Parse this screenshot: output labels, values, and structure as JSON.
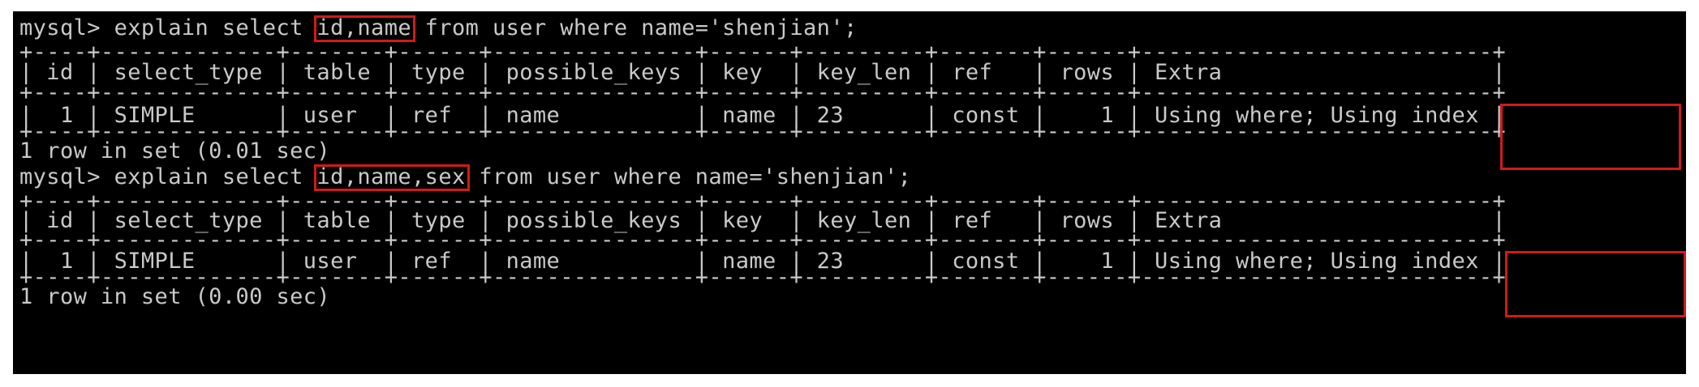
{
  "query1": {
    "prompt": "mysql> explain select ",
    "highlight": "id,name",
    "rest": " from user where name='shenjian';",
    "border_top": "+----+-------------+-------+------+---------------+------+---------+-------+------+--------------------------+",
    "header": "| id | select_type | table | type | possible_keys | key  | key_len | ref   | rows | Extra                    |",
    "border_mid": "+----+-------------+-------+------+---------------+------+---------+-------+------+--------------------------+",
    "row_prefix": "|  1 | SIMPLE      | user  | ref  | name          | name | 23      | const |    1 | Using where; ",
    "row_highlight": "Using index",
    "row_suffix": " |",
    "border_bottom": "+----+-------------+-------+------+---------------+------+---------+-------+------+--------------------------+",
    "result": "1 row in set (0.01 sec)"
  },
  "query2": {
    "prompt": "mysql> explain select ",
    "highlight": "id,name,sex",
    "rest": " from user where name='shenjian';",
    "border_top": "+----+-------------+-------+------+---------------+------+---------+-------+------+--------------------------+",
    "header": "| id | select_type | table | type | possible_keys | key  | key_len | ref   | rows | Extra                    |",
    "border_mid": "+----+-------------+-------+------+---------------+------+---------+-------+------+--------------------------+",
    "row_prefix": "|  1 | SIMPLE      | user  | ref  | name          | name | 23      | const |    1 | Using where; ",
    "row_highlight": "Using index",
    "row_suffix": " |",
    "border_bottom": "+----+-------------+-------+------+---------------+------+---------+-------+------+--------------------------+",
    "result": "1 row in set (0.00 sec)"
  },
  "colors": {
    "background": "#000000",
    "text": "#c9c9c9",
    "highlight_box": "#d11a1a"
  }
}
